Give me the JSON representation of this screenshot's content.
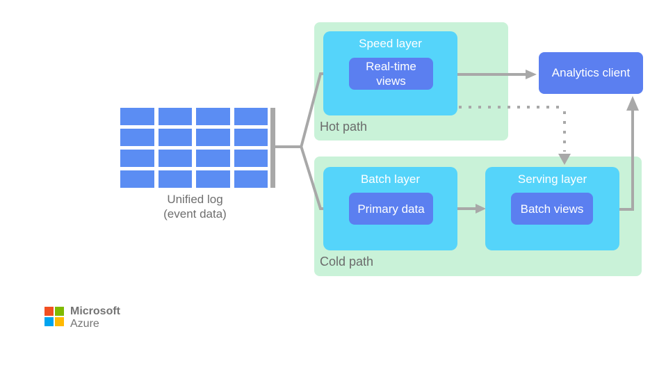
{
  "diagram": {
    "unified_log": {
      "grid_rows": 4,
      "grid_cols": 4,
      "label": "Unified log\n(event data)"
    },
    "hot_path": {
      "label": "Hot path",
      "speed_layer": {
        "title": "Speed layer",
        "view_label": "Real-time\nviews"
      }
    },
    "cold_path": {
      "label": "Cold path",
      "batch_layer": {
        "title": "Batch layer",
        "data_label": "Primary data"
      },
      "serving_layer": {
        "title": "Serving layer",
        "view_label": "Batch views"
      }
    },
    "analytics_client": {
      "label": "Analytics client"
    }
  },
  "branding": {
    "company": "Microsoft",
    "product": "Azure"
  },
  "colors": {
    "path_background_green": "#c9f2d8",
    "layer_cyan": "#55d4fa",
    "view_blue": "#5b7ff0",
    "log_cell_blue": "#5b8df3",
    "connector_gray": "#a8a8a8",
    "label_gray": "#6b6b6b",
    "ms_red": "#f25022",
    "ms_green": "#7fba00",
    "ms_blue": "#00a4ef",
    "ms_yellow": "#ffb900"
  }
}
